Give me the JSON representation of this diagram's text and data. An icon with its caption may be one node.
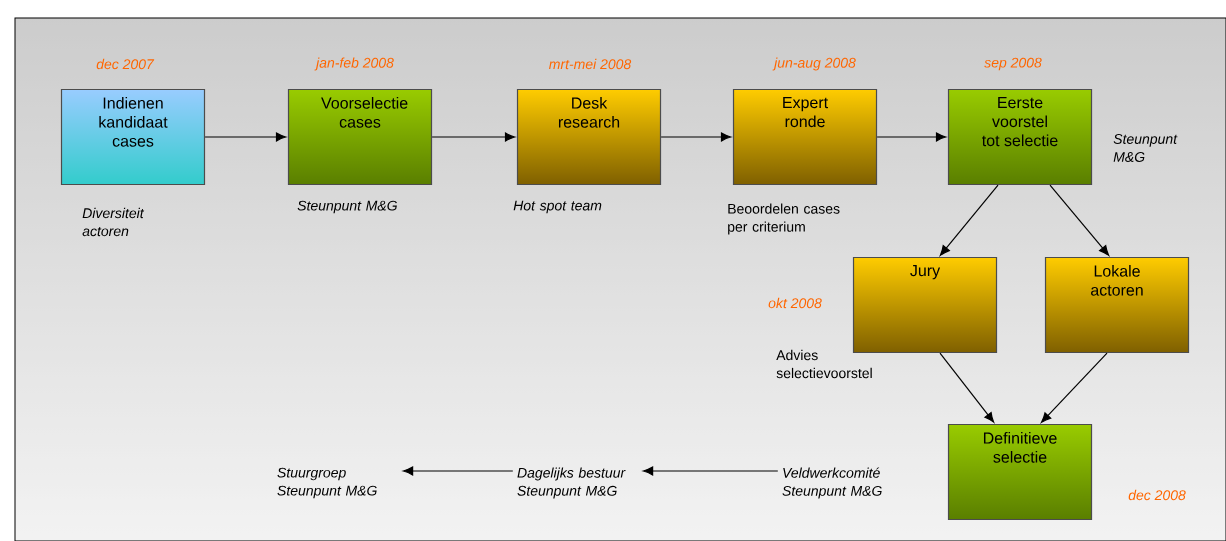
{
  "diagram": {
    "nodes": [
      {
        "text": [
          "Indienen kandidaat cases"
        ],
        "beside": [
          "dec 2007",
          "Diversiteit actoren"
        ]
      },
      {
        "text": [
          "Voorselectie cases"
        ],
        "beside": [
          "jan-feb 2008",
          "Steunpunt M&G"
        ]
      },
      {
        "text": [
          "Desk research"
        ],
        "beside": [
          "mrt-mei 2008",
          "Hot spot team"
        ]
      },
      {
        "text": [
          "Expert ronde"
        ],
        "beside": [
          "jun-aug 2008",
          "Beoordelen cases per criterium"
        ]
      },
      {
        "text": [
          "Eerste voorstel tot selectie"
        ],
        "beside": [
          "sep 2008",
          "Steunpunt M&G"
        ]
      },
      {
        "text": [
          "Jury"
        ],
        "beside": [
          "okt 2008",
          "Advies selectievoorstel"
        ]
      },
      {
        "text": [
          "Lokale actoren"
        ]
      },
      {
        "text": [
          "Definitieve selectie"
        ],
        "beside": [
          "dec 2008"
        ]
      },
      {
        "text": [
          "Veldwerkcomité Steunpunt M&G"
        ]
      },
      {
        "text": [
          "Dagelijks bestuur Steunpunt M&G"
        ]
      },
      {
        "text": [
          "Stuurgroep Steunpunt M&G"
        ]
      }
    ],
    "edges": [
      {
        "from": 0,
        "to": 1,
        "arrow": "to"
      },
      {
        "from": 1,
        "to": 2,
        "arrow": "to"
      },
      {
        "from": 2,
        "to": 3,
        "arrow": "to"
      },
      {
        "from": 3,
        "to": 4,
        "arrow": "to"
      },
      {
        "from": 4,
        "to": 5,
        "arrow": "to"
      },
      {
        "from": 4,
        "to": 6,
        "arrow": "to"
      },
      {
        "from": 5,
        "to": 7,
        "arrow": "to"
      },
      {
        "from": 6,
        "to": 7,
        "arrow": "to"
      },
      {
        "from": 8,
        "to": 9,
        "arrow": "to"
      },
      {
        "from": 9,
        "to": 10,
        "arrow": "to"
      }
    ]
  }
}
